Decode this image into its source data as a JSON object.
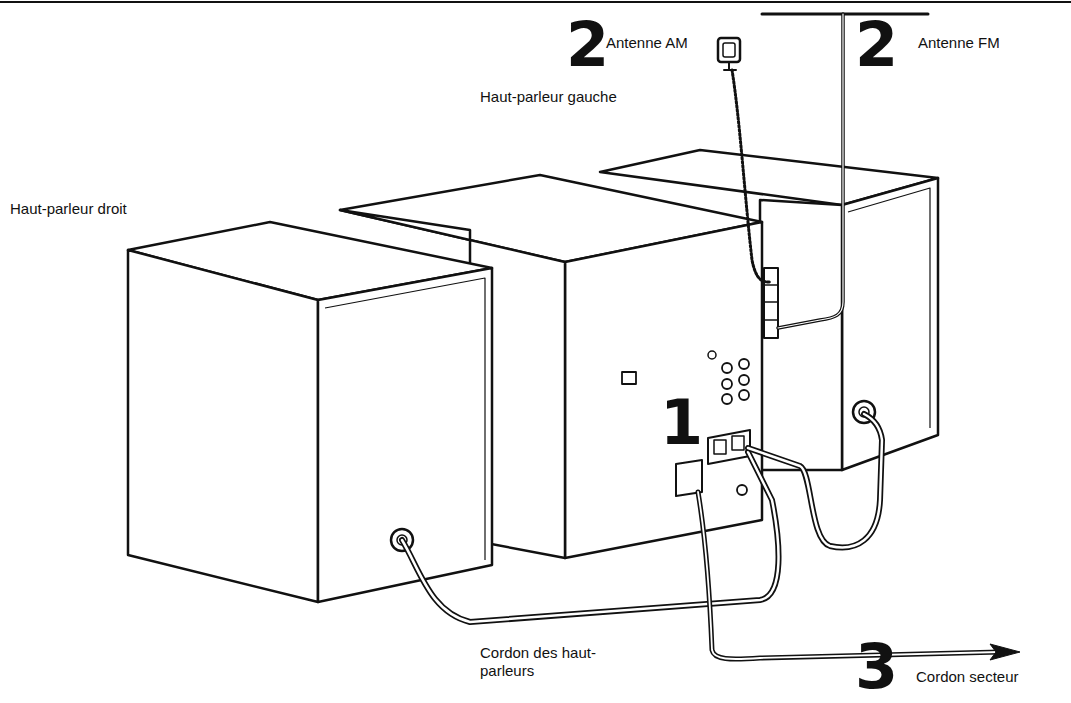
{
  "diagram": {
    "labels": [
      "2",
      "Antenne AM",
      "2",
      "Antenne FM",
      "Haut-parleur gauche",
      "Haut-parleur droit",
      "1",
      "Cordon des haut-parleurs",
      "3",
      "Cordon secteur"
    ]
  }
}
